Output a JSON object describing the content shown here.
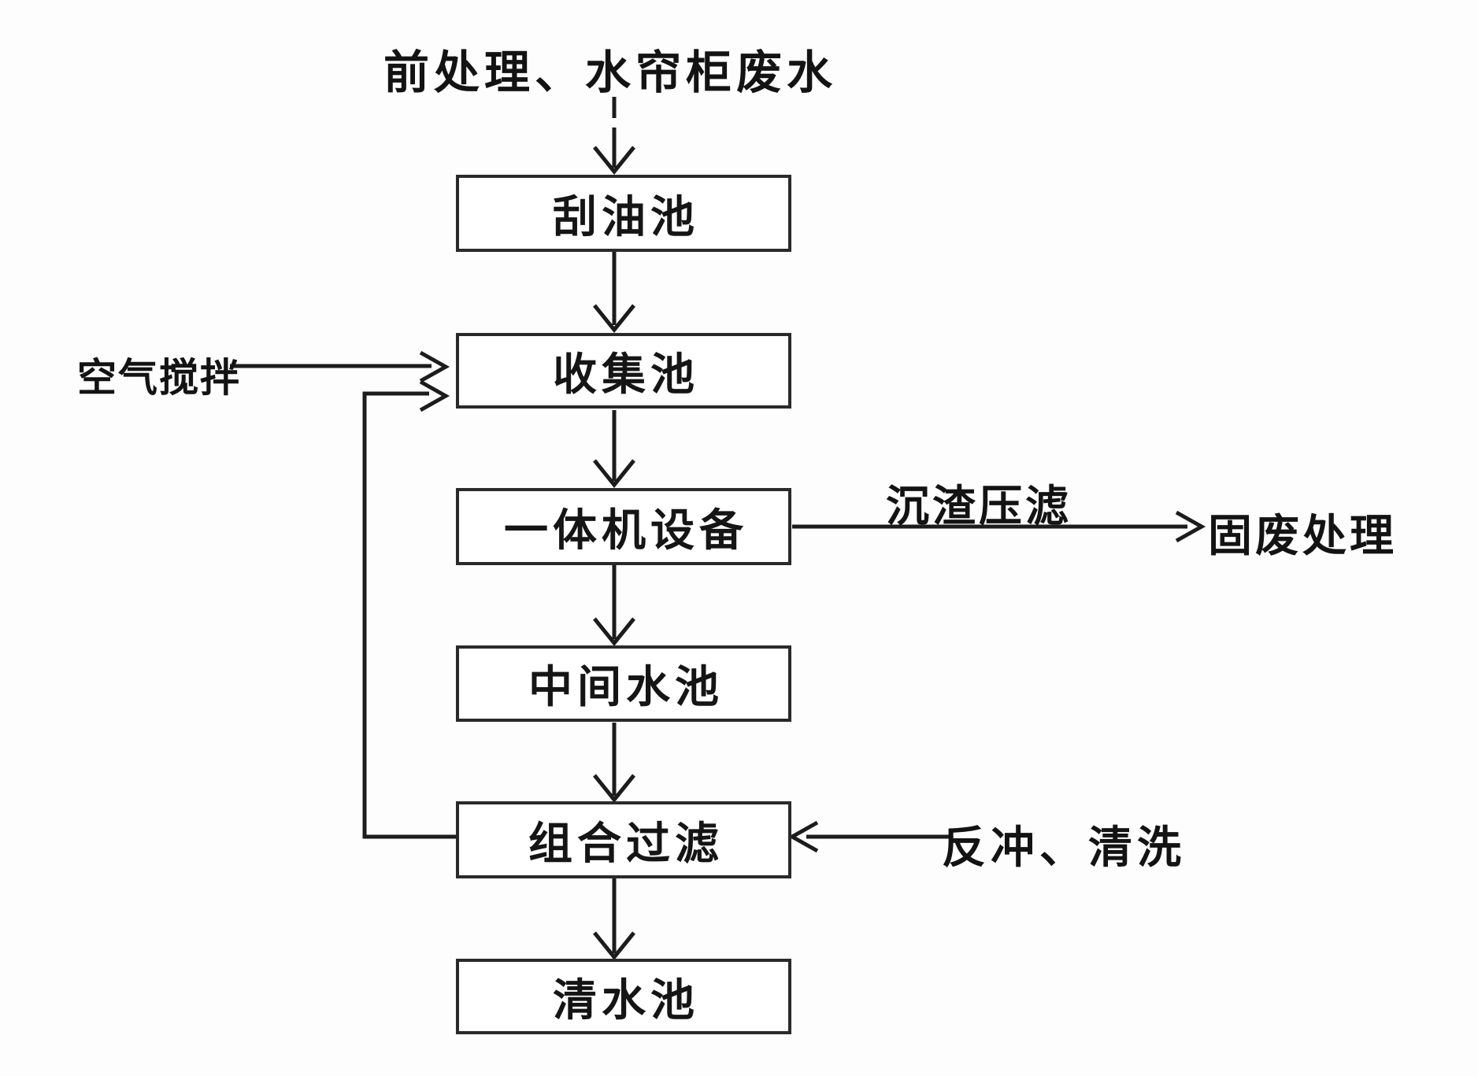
{
  "diagram": {
    "title_label": "前处理、水帘柜废水",
    "nodes": [
      {
        "id": "scraper-tank",
        "label": "刮油池"
      },
      {
        "id": "collection-tank",
        "label": "收集池"
      },
      {
        "id": "integrated-unit",
        "label": "一体机设备"
      },
      {
        "id": "intermediate-tank",
        "label": "中间水池"
      },
      {
        "id": "combined-filter",
        "label": "组合过滤"
      },
      {
        "id": "clean-water-tank",
        "label": "清水池"
      }
    ],
    "side_labels": {
      "air_agitation": "空气搅拌",
      "sludge_press": "沉渣压滤",
      "solid_waste": "固废处理",
      "backflush": "反冲、清洗"
    },
    "colors": {
      "line": "#1c1c1c",
      "box_border": "#2a2a2a",
      "background": "#fdfdfd",
      "text": "#141414"
    }
  }
}
